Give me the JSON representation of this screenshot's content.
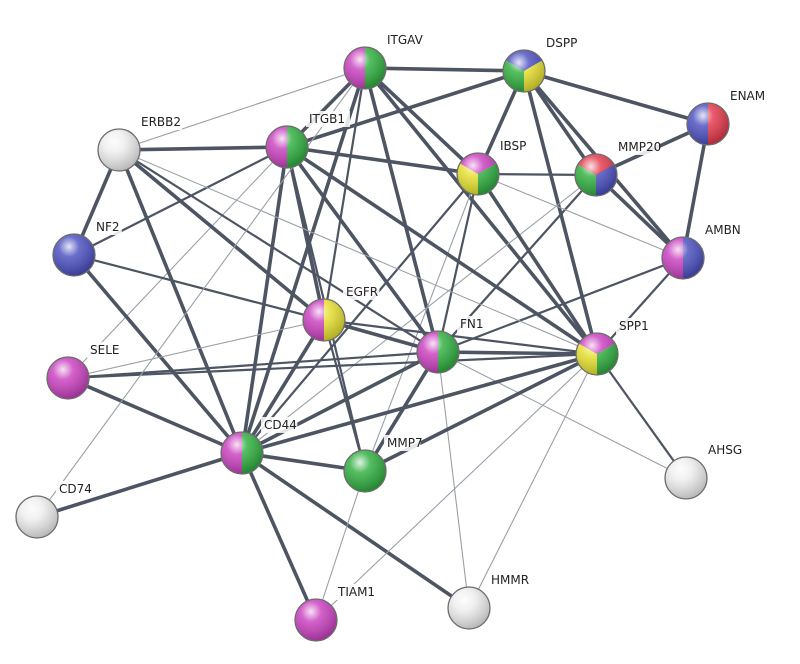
{
  "colors": {
    "magenta": "#c93fbf",
    "green": "#2fae3f",
    "blue": "#4a4fbf",
    "yellow": "#e6e02e",
    "red": "#e3384a",
    "white": "#eeeeee",
    "edge": "#4d5563",
    "edge_thin": "#9aa0a8"
  },
  "nodes": [
    {
      "id": "ITGAV",
      "label": "ITGAV",
      "colors": [
        "magenta",
        "green"
      ]
    },
    {
      "id": "DSPP",
      "label": "DSPP",
      "colors": [
        "blue",
        "yellow",
        "green"
      ]
    },
    {
      "id": "ENAM",
      "label": "ENAM",
      "colors": [
        "blue",
        "red"
      ]
    },
    {
      "id": "ERBB2",
      "label": "ERBB2",
      "colors": [
        "white"
      ]
    },
    {
      "id": "ITGB1",
      "label": "ITGB1",
      "colors": [
        "magenta",
        "green"
      ]
    },
    {
      "id": "IBSP",
      "label": "IBSP",
      "colors": [
        "magenta",
        "green",
        "yellow"
      ]
    },
    {
      "id": "MMP20",
      "label": "MMP20",
      "colors": [
        "red",
        "blue",
        "green"
      ]
    },
    {
      "id": "NF2",
      "label": "NF2",
      "colors": [
        "blue"
      ]
    },
    {
      "id": "AMBN",
      "label": "AMBN",
      "colors": [
        "magenta",
        "blue"
      ]
    },
    {
      "id": "EGFR",
      "label": "EGFR",
      "colors": [
        "magenta",
        "yellow"
      ]
    },
    {
      "id": "FN1",
      "label": "FN1",
      "colors": [
        "magenta",
        "green"
      ]
    },
    {
      "id": "SPP1",
      "label": "SPP1",
      "colors": [
        "magenta",
        "green",
        "yellow"
      ]
    },
    {
      "id": "SELE",
      "label": "SELE",
      "colors": [
        "magenta"
      ]
    },
    {
      "id": "CD44",
      "label": "CD44",
      "colors": [
        "magenta",
        "green"
      ]
    },
    {
      "id": "MMP7",
      "label": "MMP7",
      "colors": [
        "green"
      ]
    },
    {
      "id": "AHSG",
      "label": "AHSG",
      "colors": [
        "white"
      ]
    },
    {
      "id": "CD74",
      "label": "CD74",
      "colors": [
        "white"
      ]
    },
    {
      "id": "TIAM1",
      "label": "TIAM1",
      "colors": [
        "magenta"
      ]
    },
    {
      "id": "HMMR",
      "label": "HMMR",
      "colors": [
        "white"
      ]
    }
  ],
  "edges": [
    {
      "source": "ITGAV",
      "target": "DSPP",
      "weight": "thick"
    },
    {
      "source": "ITGAV",
      "target": "ITGB1",
      "weight": "thick"
    },
    {
      "source": "ITGAV",
      "target": "IBSP",
      "weight": "thick"
    },
    {
      "source": "ITGAV",
      "target": "FN1",
      "weight": "thick"
    },
    {
      "source": "ITGAV",
      "target": "SPP1",
      "weight": "thick"
    },
    {
      "source": "ITGAV",
      "target": "CD44",
      "weight": "thick"
    },
    {
      "source": "ITGAV",
      "target": "EGFR",
      "weight": "medium"
    },
    {
      "source": "ITGAV",
      "target": "ERBB2",
      "weight": "thin"
    },
    {
      "source": "DSPP",
      "target": "IBSP",
      "weight": "thick"
    },
    {
      "source": "DSPP",
      "target": "MMP20",
      "weight": "thick"
    },
    {
      "source": "DSPP",
      "target": "ENAM",
      "weight": "thick"
    },
    {
      "source": "DSPP",
      "target": "AMBN",
      "weight": "thick"
    },
    {
      "source": "DSPP",
      "target": "SPP1",
      "weight": "thick"
    },
    {
      "source": "DSPP",
      "target": "ITGB1",
      "weight": "thick"
    },
    {
      "source": "ENAM",
      "target": "MMP20",
      "weight": "thick"
    },
    {
      "source": "ENAM",
      "target": "AMBN",
      "weight": "thick"
    },
    {
      "source": "MMP20",
      "target": "AMBN",
      "weight": "thick"
    },
    {
      "source": "MMP20",
      "target": "IBSP",
      "weight": "medium"
    },
    {
      "source": "MMP20",
      "target": "FN1",
      "weight": "medium"
    },
    {
      "source": "MMP20",
      "target": "CD44",
      "weight": "thin"
    },
    {
      "source": "IBSP",
      "target": "SPP1",
      "weight": "thick"
    },
    {
      "source": "IBSP",
      "target": "ITGB1",
      "weight": "thick"
    },
    {
      "source": "IBSP",
      "target": "FN1",
      "weight": "medium"
    },
    {
      "source": "IBSP",
      "target": "AMBN",
      "weight": "thin"
    },
    {
      "source": "IBSP",
      "target": "CD44",
      "weight": "medium"
    },
    {
      "source": "IBSP",
      "target": "MMP7",
      "weight": "thin"
    },
    {
      "source": "AMBN",
      "target": "SPP1",
      "weight": "medium"
    },
    {
      "source": "AMBN",
      "target": "FN1",
      "weight": "medium"
    },
    {
      "source": "ITGB1",
      "target": "FN1",
      "weight": "thick"
    },
    {
      "source": "ITGB1",
      "target": "SPP1",
      "weight": "thick"
    },
    {
      "source": "ITGB1",
      "target": "EGFR",
      "weight": "thick"
    },
    {
      "source": "ITGB1",
      "target": "CD44",
      "weight": "thick"
    },
    {
      "source": "ITGB1",
      "target": "ERBB2",
      "weight": "thick"
    },
    {
      "source": "ITGB1",
      "target": "NF2",
      "weight": "medium"
    },
    {
      "source": "ITGB1",
      "target": "MMP7",
      "weight": "medium"
    },
    {
      "source": "ITGB1",
      "target": "SELE",
      "weight": "thin"
    },
    {
      "source": "ERBB2",
      "target": "EGFR",
      "weight": "thick"
    },
    {
      "source": "ERBB2",
      "target": "CD44",
      "weight": "thick"
    },
    {
      "source": "ERBB2",
      "target": "NF2",
      "weight": "thick"
    },
    {
      "source": "ERBB2",
      "target": "FN1",
      "weight": "medium"
    },
    {
      "source": "ERBB2",
      "target": "SPP1",
      "weight": "thin"
    },
    {
      "source": "NF2",
      "target": "CD44",
      "weight": "thick"
    },
    {
      "source": "NF2",
      "target": "EGFR",
      "weight": "medium"
    },
    {
      "source": "EGFR",
      "target": "FN1",
      "weight": "thick"
    },
    {
      "source": "EGFR",
      "target": "CD44",
      "weight": "thick"
    },
    {
      "source": "EGFR",
      "target": "SPP1",
      "weight": "medium"
    },
    {
      "source": "EGFR",
      "target": "MMP7",
      "weight": "medium"
    },
    {
      "source": "EGFR",
      "target": "SELE",
      "weight": "thin"
    },
    {
      "source": "FN1",
      "target": "SPP1",
      "weight": "thick"
    },
    {
      "source": "FN1",
      "target": "CD44",
      "weight": "thick"
    },
    {
      "source": "FN1",
      "target": "MMP7",
      "weight": "thick"
    },
    {
      "source": "FN1",
      "target": "HMMR",
      "weight": "thin"
    },
    {
      "source": "FN1",
      "target": "AHSG",
      "weight": "thin"
    },
    {
      "source": "FN1",
      "target": "SELE",
      "weight": "medium"
    },
    {
      "source": "SPP1",
      "target": "CD44",
      "weight": "thick"
    },
    {
      "source": "SPP1",
      "target": "MMP7",
      "weight": "thick"
    },
    {
      "source": "SPP1",
      "target": "AHSG",
      "weight": "medium"
    },
    {
      "source": "SPP1",
      "target": "SELE",
      "weight": "medium"
    },
    {
      "source": "SPP1",
      "target": "HMMR",
      "weight": "thin"
    },
    {
      "source": "CD44",
      "target": "SELE",
      "weight": "thick"
    },
    {
      "source": "CD44",
      "target": "MMP7",
      "weight": "thick"
    },
    {
      "source": "CD44",
      "target": "CD74",
      "weight": "thick"
    },
    {
      "source": "CD44",
      "target": "TIAM1",
      "weight": "thick"
    },
    {
      "source": "CD44",
      "target": "HMMR",
      "weight": "thick"
    },
    {
      "source": "MMP7",
      "target": "TIAM1",
      "weight": "thin"
    },
    {
      "source": "CD74",
      "target": "ITGAV",
      "weight": "thin"
    },
    {
      "source": "TIAM1",
      "target": "SPP1",
      "weight": "thin"
    }
  ]
}
